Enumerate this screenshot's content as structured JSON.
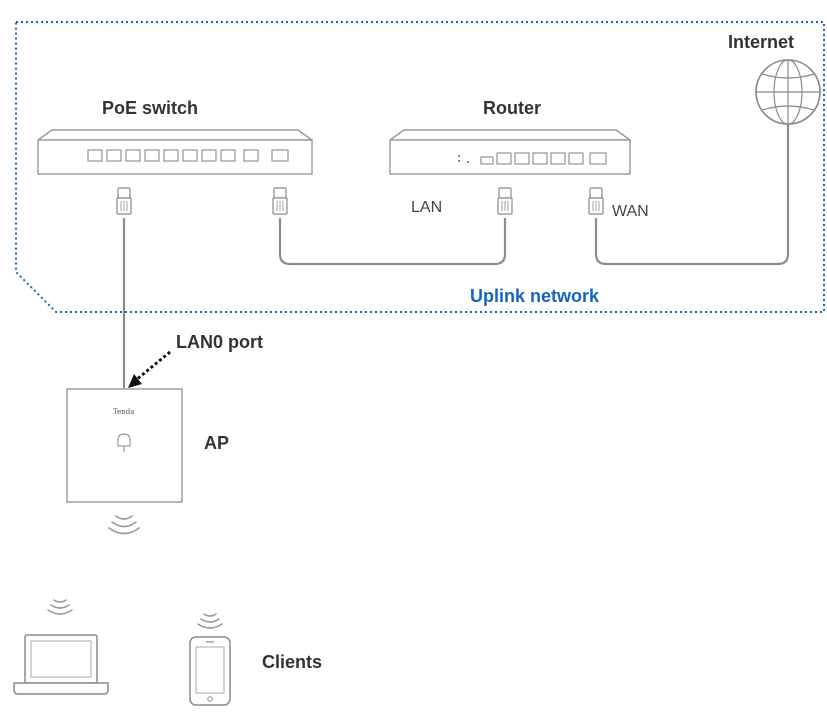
{
  "labels": {
    "poe_switch": "PoE switch",
    "router": "Router",
    "internet": "Internet",
    "lan": "LAN",
    "wan": "WAN",
    "uplink_network": "Uplink network",
    "lan0_port": "LAN0 port",
    "ap": "AP",
    "clients": "Clients",
    "ap_brand": "Tenda"
  },
  "colors": {
    "uplink_border": "#1565c0",
    "uplink_label": "#1565c0",
    "device_stroke": "#9a9a9a",
    "cable": "#8c8c8c",
    "label_text": "#333333"
  },
  "icons": {
    "internet": "globe-icon",
    "ap_wireless": "wifi-signal-icon",
    "laptop": "laptop-icon",
    "phone": "smartphone-icon"
  }
}
